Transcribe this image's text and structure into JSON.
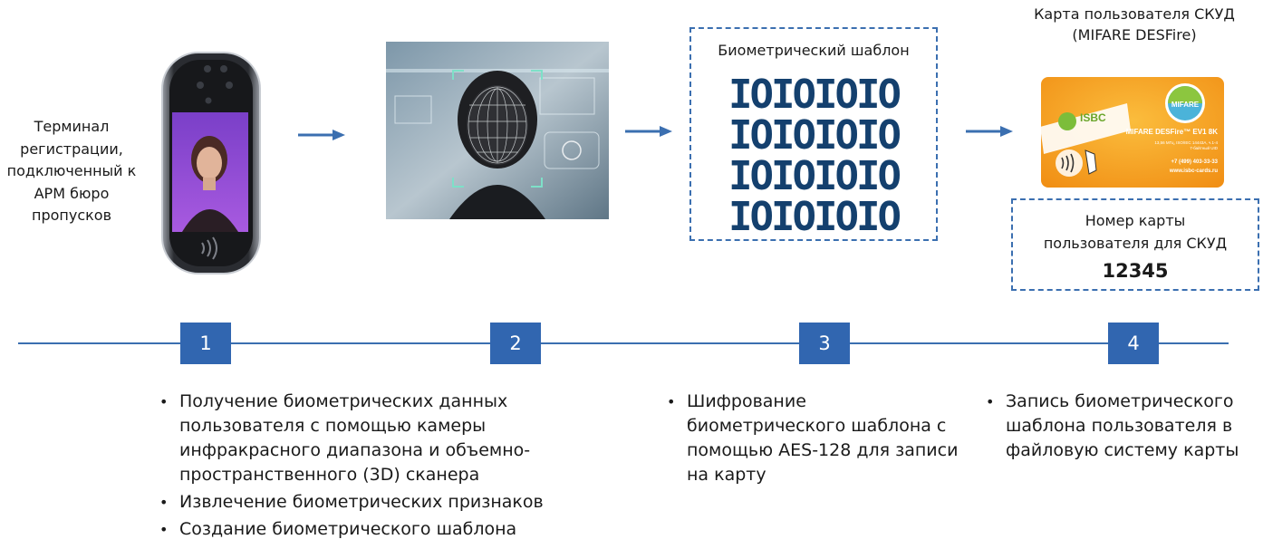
{
  "terminal_caption": [
    "Терминал",
    "регистрации,",
    "подключенный к",
    "АРМ бюро",
    "пропусков"
  ],
  "template": {
    "title": "Биометрический шаблон",
    "binary_rows": [
      "IOIOIOIO",
      "IOIOIOIO",
      "IOIOIOIO",
      "IOIOIOIO"
    ]
  },
  "card": {
    "title_lines": [
      "Карта пользователя СКУД",
      "(MIFARE DESFire)"
    ],
    "brand": "ISBC",
    "logo": "MIFARE",
    "product": "MIFARE DESFire™ EV1 8K",
    "spec_1": "13,56 МГц, ISO/IEC 14443A, ч.1-4",
    "spec_2": "7-байтный UID",
    "phone": "+7 (499) 403-33-33",
    "site": "www.isbc-cards.ru"
  },
  "number_box": {
    "label_lines": [
      "Номер карты",
      "пользователя для СКУД"
    ],
    "value": "12345"
  },
  "steps": [
    "1",
    "2",
    "3",
    "4"
  ],
  "lists": {
    "step1": [
      "Получение биометрических данных пользователя с помощью камеры инфракрасного диапазона и объемно-пространственного (3D) сканера",
      "Извлечение биометрических признаков",
      "Создание биометрического шаблона"
    ],
    "step3": [
      "Шифрование биометрического шаблона с помощью AES-128 для записи на карту"
    ],
    "step4": [
      "Запись биометрического шаблона пользователя в файловую систему карты"
    ]
  },
  "colors": {
    "accent": "#3166b0",
    "dashed_border": "#3b6fb0",
    "binary": "#14406e",
    "card_orange": "#f7a21b"
  }
}
